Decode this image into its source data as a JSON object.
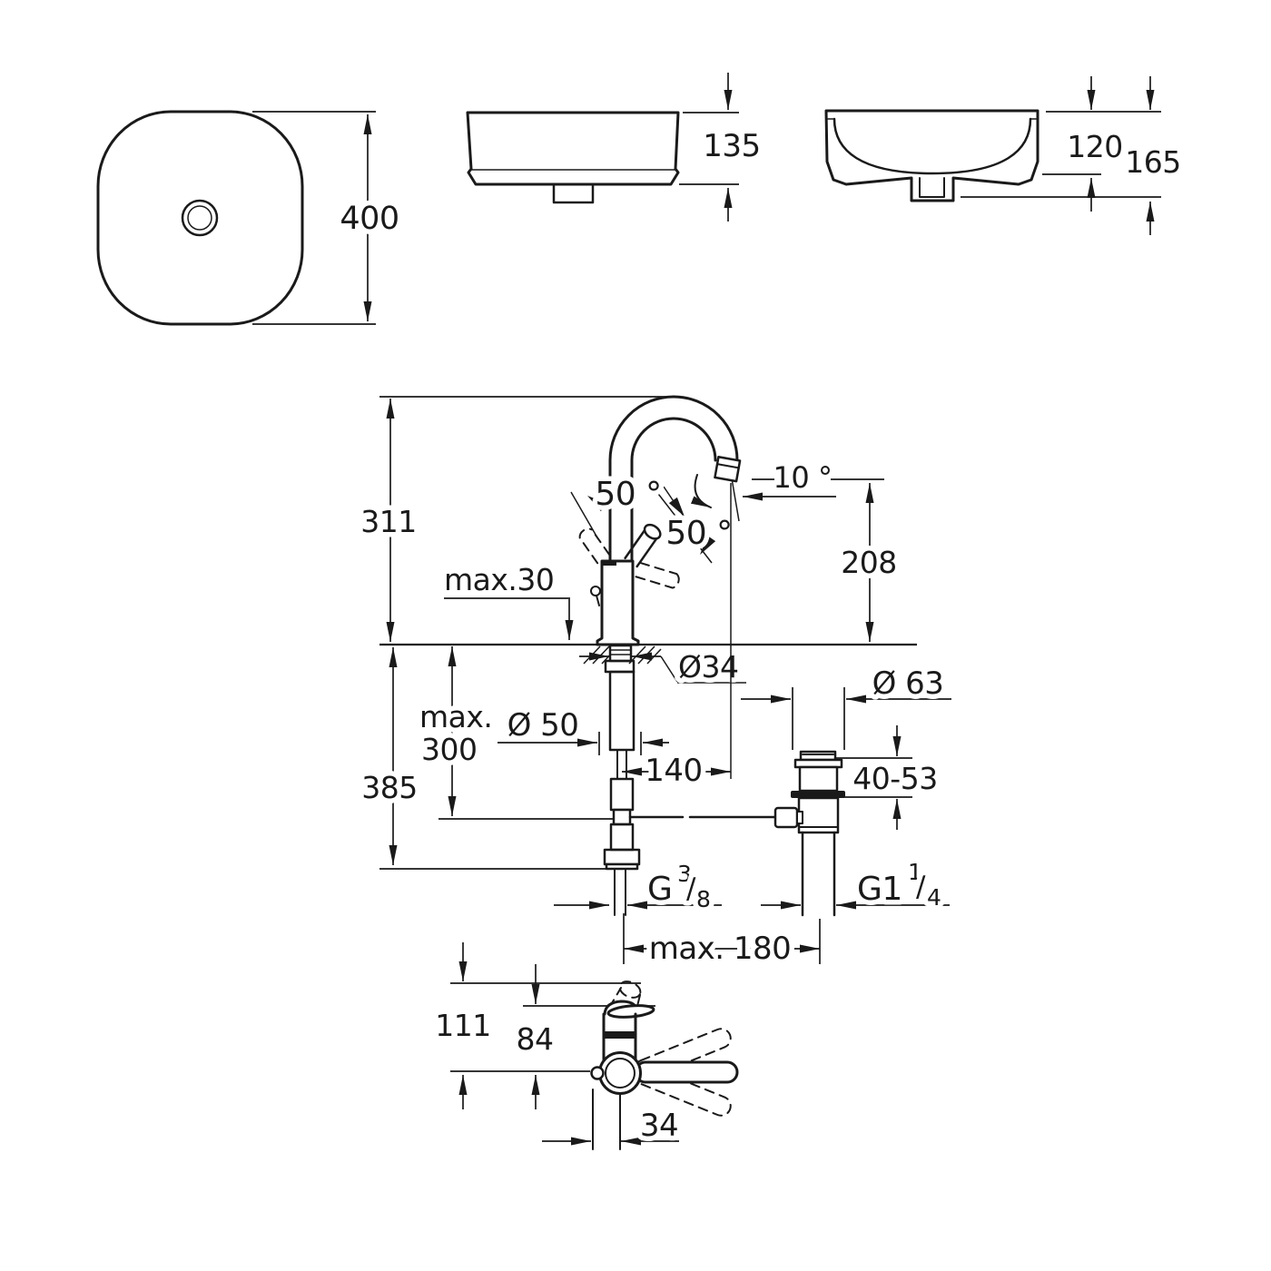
{
  "page": {
    "background": "#ffffff",
    "line_color": "#1a1a1a"
  },
  "views": {
    "basin_top": {
      "label_width": "400"
    },
    "basin_front": {
      "label_height": "135"
    },
    "basin_side": {
      "label_bowl_depth": "120",
      "label_total_height": "165"
    },
    "faucet": {
      "label_height_above_deck": "311",
      "label_max_deck_thickness": "max.30",
      "label_handle_swing_left": "50 °",
      "label_handle_swing_right": "50 °",
      "label_spout_angle": "10 °",
      "label_spout_outlet_height": "208",
      "label_shank_diameter": "Ø34",
      "label_hose_clearance_diameter": "Ø 50",
      "label_max_hose_line1": "max.",
      "label_max_hose_line2": "300",
      "label_height_below_deck": "385",
      "label_spout_reach": "140",
      "label_waste_flange_diameter": "Ø 63",
      "label_waste_clamp_range": "40-53",
      "supply_thread": {
        "prefix": "G",
        "numerator": "3",
        "slash": "/",
        "denominator": "8"
      },
      "waste_thread": {
        "prefix": "G1",
        "numerator": "1",
        "slash": "/",
        "denominator": "4"
      },
      "label_max_centre_distance": "max. 180"
    },
    "handle": {
      "label_height_handle_raised": "111",
      "label_height_body": "84",
      "label_handle_offset": "34"
    }
  }
}
